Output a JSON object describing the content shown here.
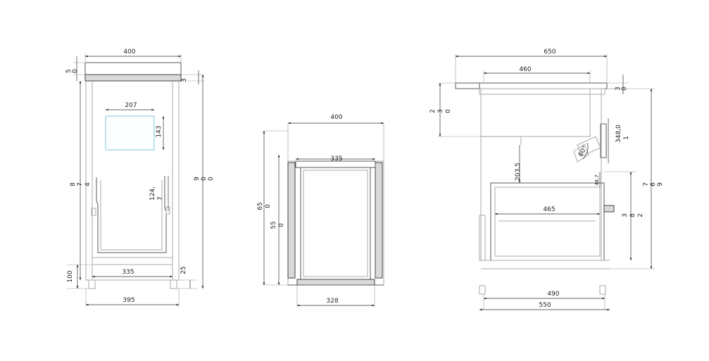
{
  "colors": {
    "line": "#5a5a5a",
    "dimension": "#333333",
    "highlight": "#7fc7d8"
  },
  "front": {
    "width_top": "400",
    "top_thk": "5",
    "top_thk_b": "0",
    "side_thk": "3",
    "panel_w": "207",
    "panel_h": "143",
    "height_left": [
      "8",
      "7",
      "4"
    ],
    "height_right": [
      "9",
      "0",
      "0"
    ],
    "notch": "124,",
    "notch_b": "7",
    "inner": "335",
    "plinth": "100",
    "foot": "25",
    "base": "395"
  },
  "middle": {
    "width_top": "400",
    "inner_top": "335",
    "height_outer": [
      "65",
      "0"
    ],
    "height_inner": [
      "55",
      "0"
    ],
    "base": "328"
  },
  "side": {
    "depth": "650",
    "top_depth": "460",
    "top_thk": "3",
    "top_thk_b": "0",
    "gap": [
      "2",
      "3",
      "0"
    ],
    "handle": [
      "348,0",
      "1"
    ],
    "angle": "60°",
    "slot": "203,5",
    "small": "48,7",
    "drawer_depth": "465",
    "height_right": [
      "7",
      "6",
      "9"
    ],
    "height_inner": [
      "3",
      "8",
      "2"
    ],
    "base_inner": "490",
    "base_outer": "550"
  }
}
